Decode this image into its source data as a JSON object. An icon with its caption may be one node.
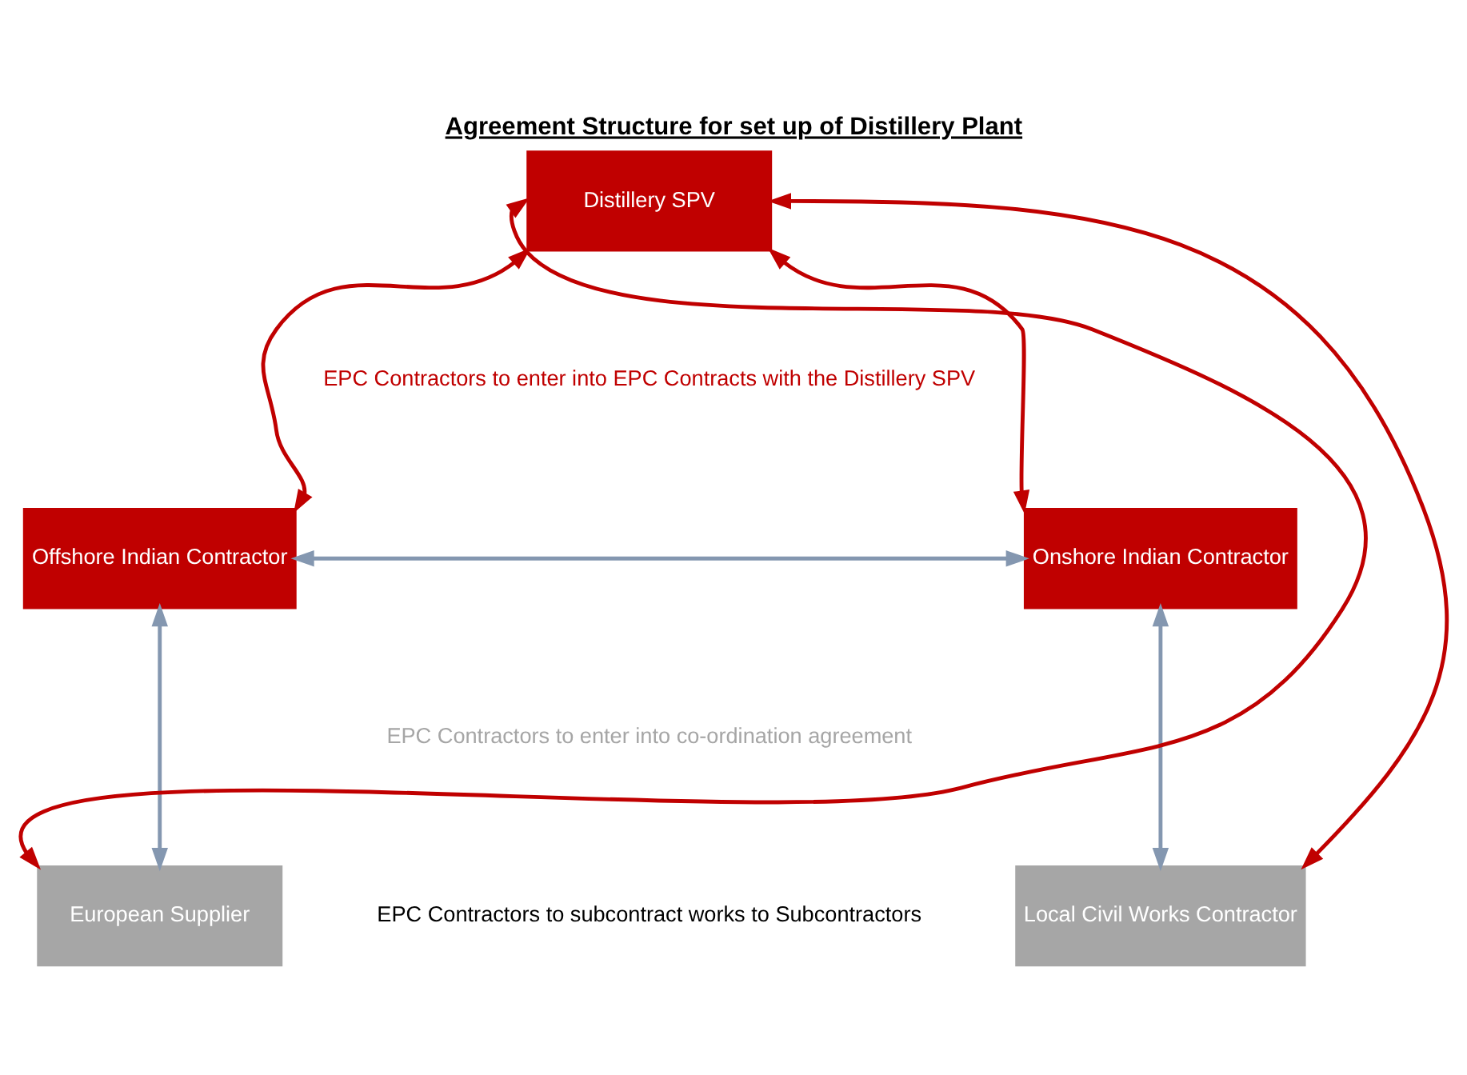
{
  "diagram": {
    "title": "Agreement Structure for set up of Distillery Plant",
    "nodes": [
      {
        "text": [
          "Distillery SPV"
        ]
      },
      {
        "text": [
          "Offshore Indian Contractor"
        ]
      },
      {
        "text": [
          "Onshore Indian Contractor"
        ]
      },
      {
        "text": [
          "European Supplier"
        ]
      },
      {
        "text": [
          "Local Civil Works Contractor"
        ]
      }
    ],
    "edges": [
      {
        "from": 0,
        "to": 1,
        "arrow": "both"
      },
      {
        "from": 0,
        "to": 2,
        "arrow": "both"
      },
      {
        "from": 1,
        "to": 2,
        "arrow": "both",
        "color": "#8497b0"
      },
      {
        "from": 1,
        "to": 3,
        "arrow": "both",
        "color": "#8497b0"
      },
      {
        "from": 2,
        "to": 4,
        "arrow": "both",
        "color": "#8497b0"
      },
      {
        "from": 3,
        "to": 0,
        "arrow": "both"
      },
      {
        "from": 4,
        "to": 0,
        "arrow": "both"
      }
    ],
    "labels": [
      "EPC Contractors to enter into EPC Contracts with the Distillery SPV",
      "EPC Contractors to enter into co-ordination agreement",
      "EPC Contractors to subcontract works to Subcontractors"
    ]
  }
}
